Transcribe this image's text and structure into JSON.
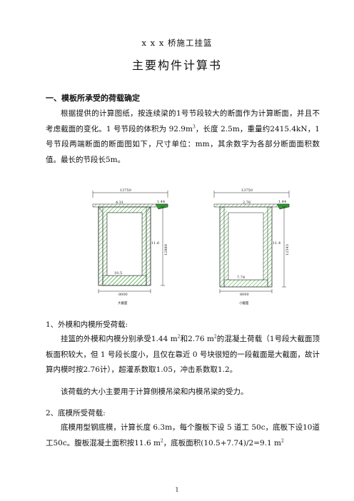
{
  "header": {
    "project_title": "x x x 桥施工挂篮",
    "doc_title": "主要构件计算书"
  },
  "section1": {
    "heading": "一、模板所承受的荷载确定",
    "p1_a": "根据提供的计算图纸，按连续梁的1号节段较大的断面作为计算断面，并且不考虑截面的变化。1 号节段的体积为 92.9m",
    "p1_sup": "3",
    "p1_b": "，长度 2.5m，重量约2415.4kN，1号节段两端断面的断面图如下，尺寸单位：mm，其余数字为各部分断面面积数值。最长的节段长5m。"
  },
  "figure": {
    "left": {
      "top_width": "13750",
      "area_top": "4.31",
      "area_wing": "1.44",
      "area_web": "11.6",
      "height": "12889",
      "area_bottom": "10.5",
      "bottom_width": "8000",
      "caption": "大截面"
    },
    "right": {
      "top_width": "13750",
      "area_top": "2.76",
      "area_wing": "1.44",
      "area_web": "11.4",
      "height": "12543",
      "area_bottom": "7.74",
      "bottom_width": "8000",
      "caption": "小截面"
    },
    "colors": {
      "hatch": "#2e9a2e",
      "wing_fill": "#2e9a2e",
      "line": "#222222"
    }
  },
  "sub1": {
    "heading": "1、外模和内模所受荷载:",
    "p_a": "挂篮的外模和内模分别承受1.44 m",
    "p_sup1": "2",
    "p_b": "和2.76 m",
    "p_sup2": "2",
    "p_c": "的混凝土荷载（1号段大截面顶板面积较大，但 1 号段长度小，且仅在靠近 0 号块很短的一段截面是大截面，故计算内模时按2.76计），超灌系数取1.05，冲击系数取1.2。",
    "p2": "该荷载的大小主要用于计算侧模吊梁和内模吊梁的受力。"
  },
  "sub2": {
    "heading": "2、底模所受荷载:",
    "p_a": "底模用型钢底模，计算长度 6.3m，每个腹板下设 5 道工 50c，底板下设10道工50c。腹板混凝土面积按11.6 m",
    "p_sup1": "2",
    "p_b": "，底板面积(10.5+7.74)/2=9.1 m",
    "p_sup2": "2"
  },
  "footer": {
    "page_number": "1"
  }
}
